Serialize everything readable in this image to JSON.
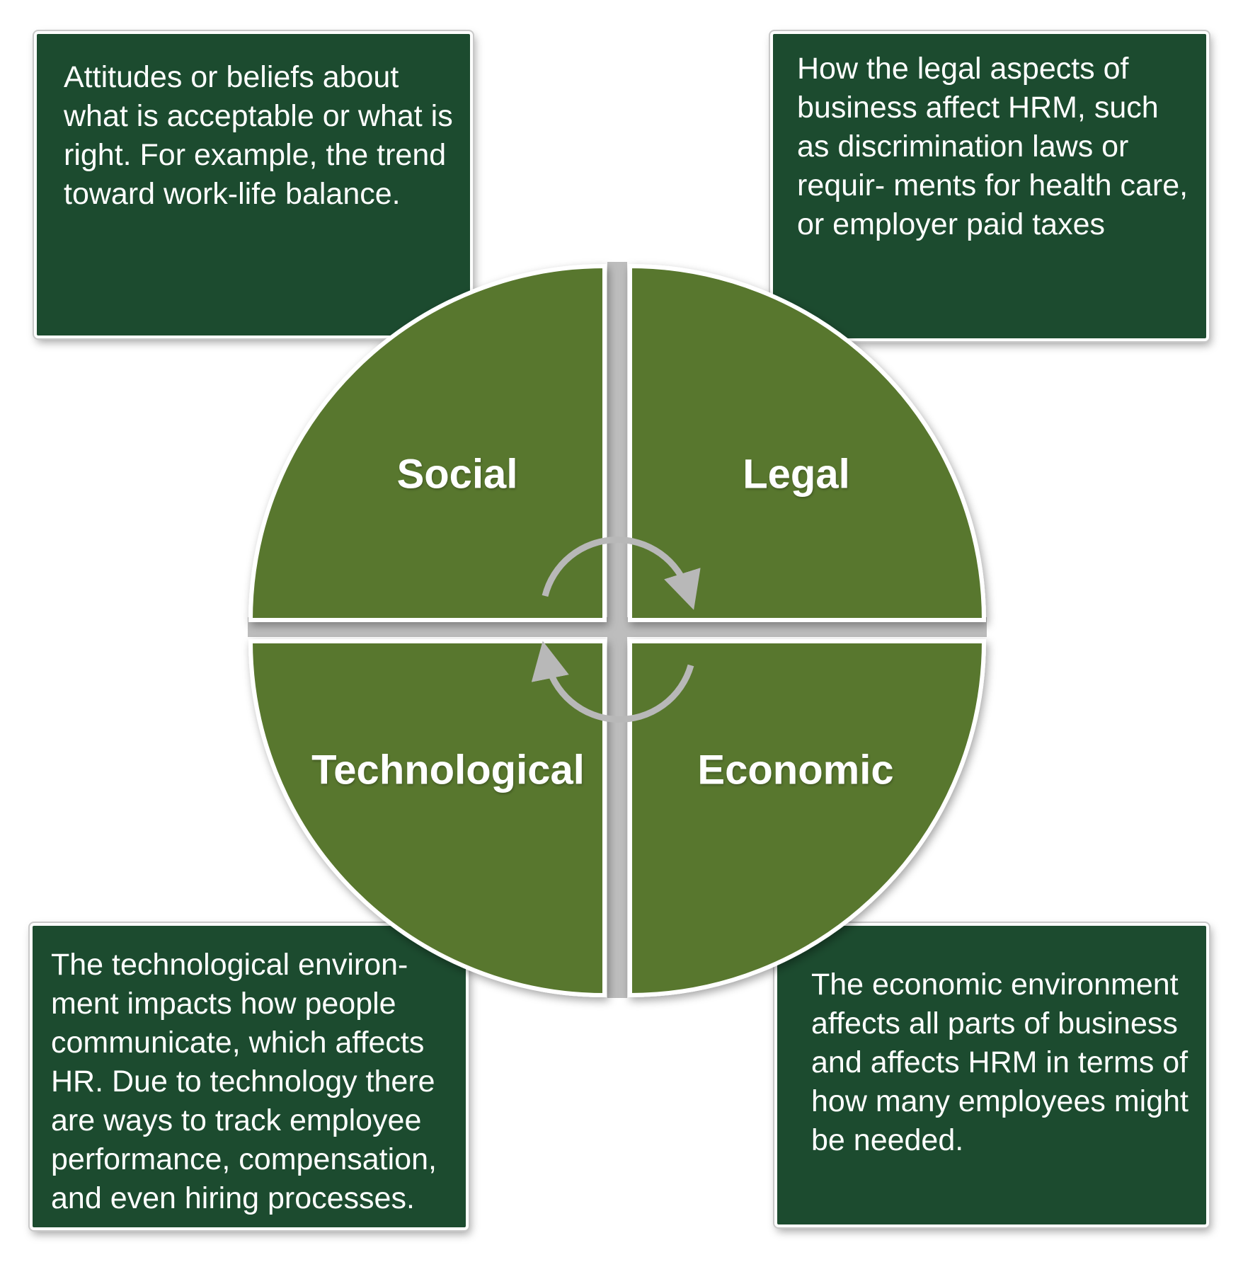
{
  "boxes": {
    "social_desc": "Attitudes or beliefs about what is acceptable or what is right. For example, the trend toward work-life balance.",
    "legal_desc": "How the legal aspects of business affect HRM, such as discrimination laws or requir- ments for health care, or employer paid taxes",
    "technological_desc": "The technological environ- ment impacts how people communicate, which affects HR. Due to technology there are ways to track employee performance, compensation, and even hiring processes.",
    "economic_desc": "The economic environment affects all parts of business and affects HRM in terms of how many employees might be needed."
  },
  "segments": {
    "social": "Social",
    "legal": "Legal",
    "technological": "Technological",
    "economic": "Economic"
  },
  "colors": {
    "box_fill": "#1c4b2f",
    "segment_fill": "#59772d",
    "arrow": "#b8b8b8",
    "divider": "#bdbdbd"
  }
}
